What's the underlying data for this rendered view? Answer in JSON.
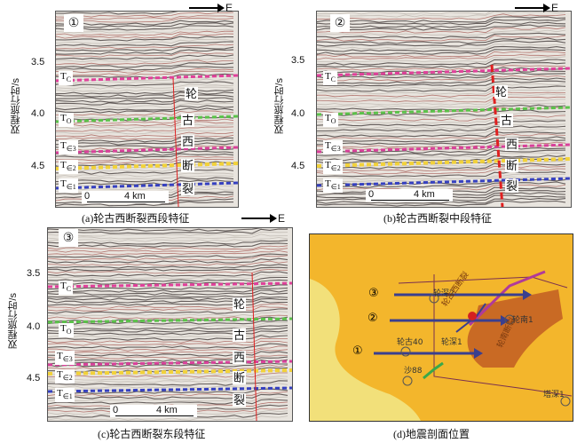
{
  "direction": "E",
  "y_axis": {
    "label": "双程旅行时/s",
    "ticks": [
      "3.5",
      "4.0",
      "4.5"
    ]
  },
  "horizons": {
    "tc": {
      "main": "T",
      "sub": "C"
    },
    "to": {
      "main": "T",
      "sub": "O"
    },
    "te3": {
      "main": "T",
      "sub": "∈3"
    },
    "te2": {
      "main": "T",
      "sub": "∈2"
    },
    "te1": {
      "main": "T",
      "sub": "∈1"
    }
  },
  "fault_chars": [
    "轮",
    "古",
    "西",
    "断",
    "裂"
  ],
  "scale": {
    "zero": "0",
    "length": "4 km"
  },
  "panels": [
    {
      "number": "①",
      "caption": "(a)轮古西断裂西段特征"
    },
    {
      "number": "②",
      "caption": "(b)轮古西断裂中段特征"
    },
    {
      "number": "③",
      "caption": "(c)轮古西断裂东段特征"
    }
  ],
  "map": {
    "caption": "(d)地震剖面位置",
    "profile_numbers": [
      "③",
      "②",
      "①"
    ],
    "wells": [
      "轮深2",
      "轮南1",
      "轮古40",
      "轮深1",
      "沙88",
      "塔深1"
    ],
    "fault_labels": [
      "轮古西断裂",
      "轮南断裂"
    ],
    "colors": {
      "background": "#f3b62c",
      "light_zone": "#f2e07a",
      "dark_zone": "#c96a24",
      "arrow": "#3a3f8f",
      "fault_west": "#b03a9a",
      "fault_south": "#3aa84a",
      "well_red": "#d42020"
    }
  },
  "colors": {
    "tc": "#e0409a",
    "to": "#5bc24a",
    "te3": "#d8409a",
    "te2": "#f2d23a",
    "te1": "#3540c0",
    "fault": "#e02020"
  }
}
